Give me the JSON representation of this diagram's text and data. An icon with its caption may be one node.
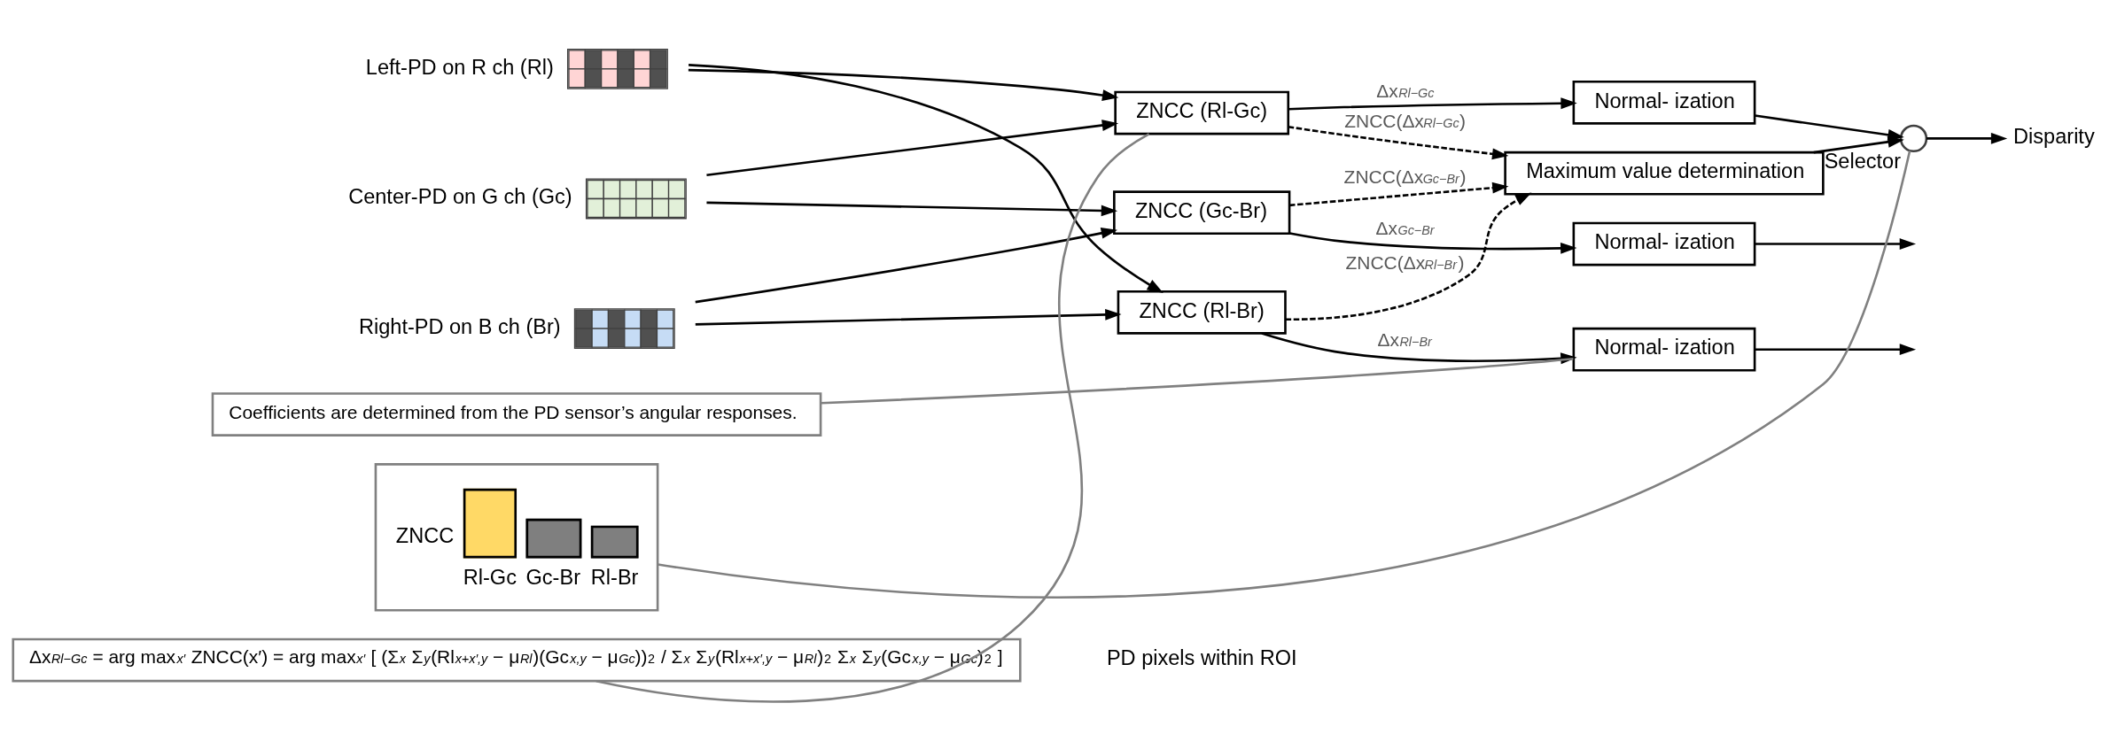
{
  "diagram": {
    "nodes": [
      {
        "text": [],
        "shape": "box",
        "beside": [
          "Left-PD on R ch (Rl)"
        ]
      },
      {
        "text": [],
        "shape": "box",
        "beside": [
          "Center-PD on G ch (Gc)"
        ]
      },
      {
        "text": [],
        "shape": "box",
        "beside": [
          "Right-PD on B ch (Br)"
        ]
      },
      {
        "text": [
          "ZNCC (Rl-Gc)"
        ]
      },
      {
        "text": [
          "ZNCC (Gc-Br)"
        ]
      },
      {
        "text": [
          "ZNCC (Rl-Br)"
        ]
      },
      {
        "text": [
          "Maximum value determination"
        ]
      },
      {
        "text": [
          "Normal- ization"
        ]
      },
      {
        "text": [
          "Normal- ization"
        ]
      },
      {
        "text": [
          "Normal- ization"
        ]
      },
      {
        "text": [],
        "shape": "circle",
        "beside": [
          "Selector"
        ]
      },
      {
        "text": [
          "Disparity"
        ]
      },
      {
        "text": [
          "Δx$_{Rl−Gc}$ = arg max$_{x′}$ ZNCC(x′) = arg max$_{x′}$ [ (Σ$_{x}$ Σ$_{y}$(Rl$_{x+x′,y}$ − μ$_{Rl}$)(Gc$_{x,y}$ − μ$_{Gc}$))$^{2}$ / Σ$_{x}$ Σ$_{y}$(Rl$_{x+x′,y}$ − μ$_{Rl}$)$^{2}$ Σ$_{x}$ Σ$_{y}$(Gc$_{x,y}$ − μ$_{Gc}$)$^{2}$ ]"
        ]
      },
      {
        "text": [
          "ZNCC",
          "Rl-Gc",
          "Gc-Br",
          "Rl-Br"
        ]
      },
      {
        "text": [
          "Coefficients are determined from the PD sensor’s angular responses."
        ]
      }
    ],
    "edges": [
      {
        "from": 0,
        "to": 3,
        "arrow": "to"
      },
      {
        "from": 0,
        "to": 5,
        "arrow": "to"
      },
      {
        "from": 1,
        "to": 3,
        "arrow": "to"
      },
      {
        "from": 1,
        "to": 4,
        "arrow": "to"
      },
      {
        "from": 2,
        "to": 4,
        "arrow": "to"
      },
      {
        "from": 2,
        "to": 5,
        "arrow": "to"
      },
      {
        "from": 3,
        "to": 6,
        "arrow": "to",
        "style": "dashed",
        "label": "ZNCC(Δx$_{Rl−Gc}$)"
      },
      {
        "from": 4,
        "to": 6,
        "arrow": "to",
        "style": "dashed",
        "label": "ZNCC(Δx$_{Gc−Br}$)"
      },
      {
        "from": 5,
        "to": 6,
        "arrow": "to",
        "style": "dashed",
        "label": "ZNCC(Δx$_{Rl−Br}$)"
      },
      {
        "from": 3,
        "to": 7,
        "arrow": "to",
        "label": "Δx$_{Rl−Gc}$"
      },
      {
        "from": 4,
        "to": 8,
        "arrow": "to",
        "label": "Δx$_{Gc−Br}$"
      },
      {
        "from": 5,
        "to": 9,
        "arrow": "to",
        "label": "Δx$_{Rl−Br}$"
      },
      {
        "from": 7,
        "to": 10,
        "arrow": "to"
      },
      {
        "from": 8,
        "to": null,
        "arrow": "to"
      },
      {
        "from": 9,
        "to": null,
        "arrow": "to"
      },
      {
        "from": 6,
        "to": 10,
        "arrow": "to"
      },
      {
        "from": 10,
        "to": 11,
        "arrow": "to"
      },
      {
        "from": 12,
        "to": 3,
        "arrow": "none",
        "color": "#808080"
      },
      {
        "from": 13,
        "to": 10,
        "arrow": "none",
        "color": "#808080"
      },
      {
        "from": 14,
        "to": 9,
        "arrow": "none",
        "color": "#808080"
      }
    ],
    "labels": [
      "PD pixels within ROI"
    ]
  }
}
